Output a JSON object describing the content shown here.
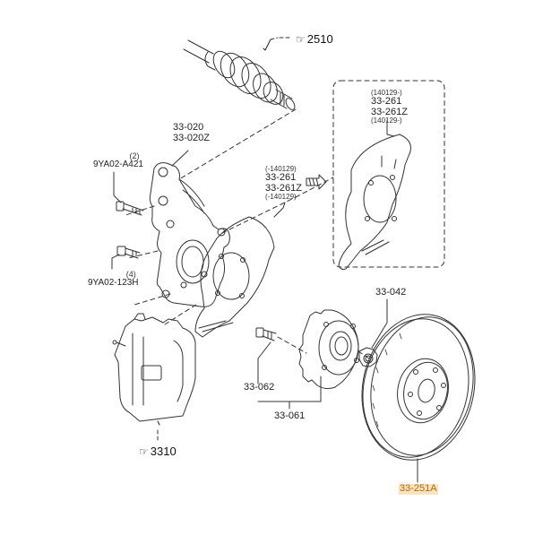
{
  "diagram": {
    "title": "Front brake / wheel hub exploded parts diagram",
    "reference_icon": "pointing-hand-icon",
    "highlight_color": "#fbe3c0",
    "labels": {
      "driveshaft_ref": "2510",
      "knuckle": [
        "33-020",
        "33-020Z"
      ],
      "bolt_upper_qty": "(2)",
      "bolt_upper": "9YA02-A421",
      "bolt_lower_qty": "(4)",
      "bolt_lower": "9YA02-123H",
      "dust_shield_old": {
        "from": "(-140129)",
        "parts": [
          "33-261",
          "33-261Z"
        ],
        "to": "(-140129)"
      },
      "dust_shield_new": {
        "from": "(140129-)",
        "parts": [
          "33-261",
          "33-261Z"
        ],
        "to": "(140129-)"
      },
      "hub_nut": "33-042",
      "hub_bolt": "33-062",
      "hub_assembly": "33-061",
      "caliper_ref": "3310",
      "brake_disc": "33-251A"
    }
  }
}
